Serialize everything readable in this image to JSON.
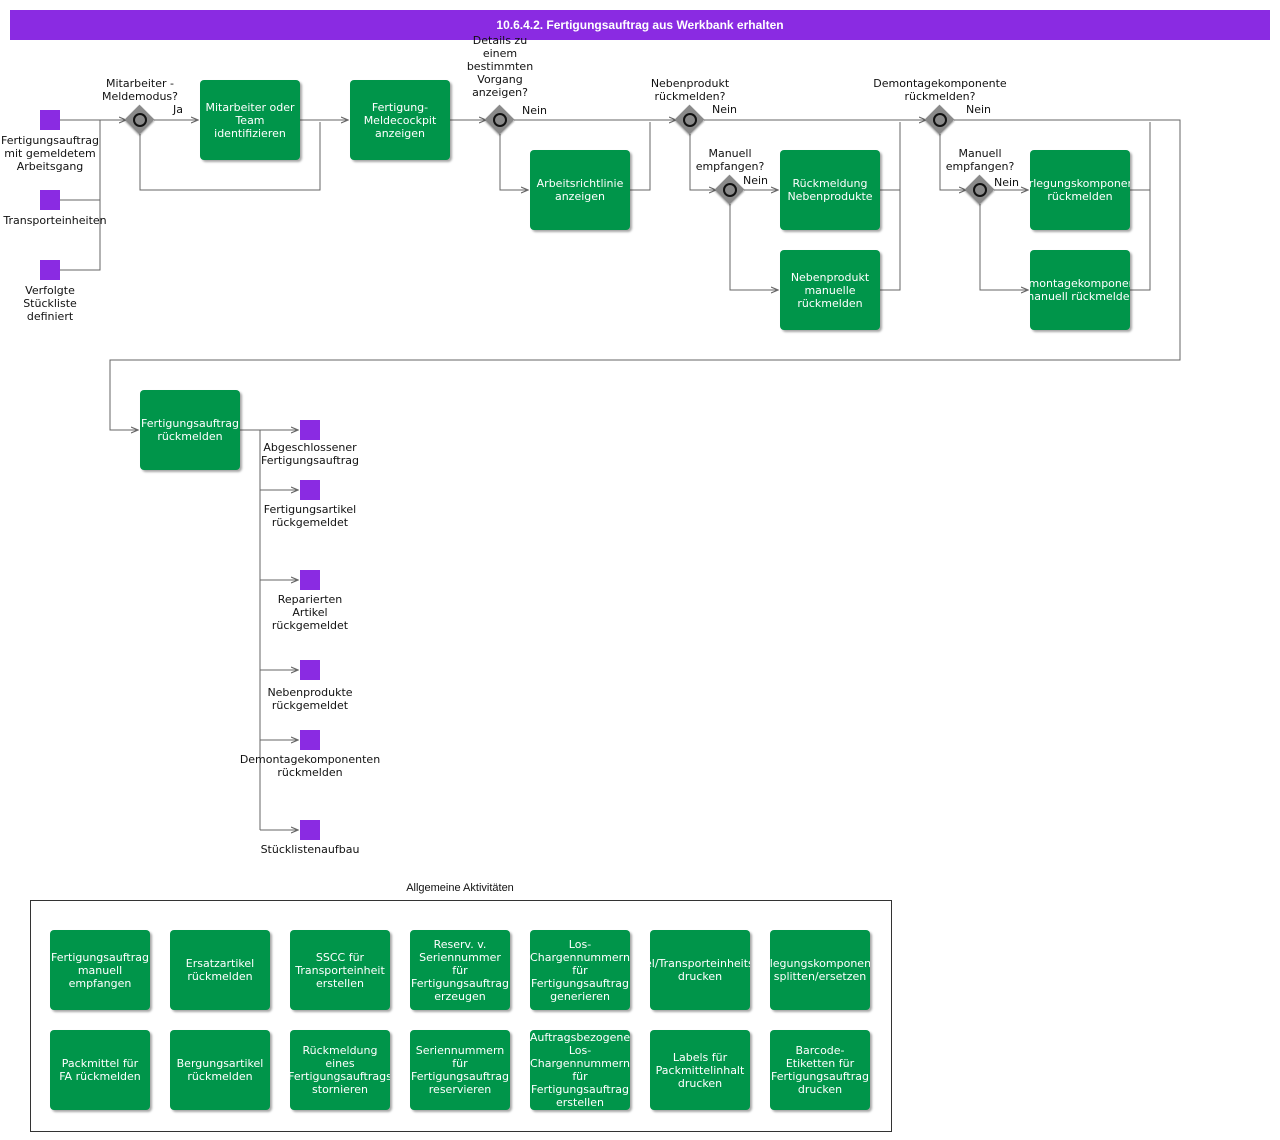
{
  "title": "10.6.4.2. Fertigungsauftrag aus Werkbank erhalten",
  "colors": {
    "header": "#8a2be2",
    "task": "#00954a",
    "event": "#8a2be2",
    "gateway": "#8a8a8a",
    "line": "#666666"
  },
  "start_events": [
    {
      "label": "Fertigungsauftrag\nmit gemeldetem\nArbeitsgang"
    },
    {
      "label": "Transporteinheiten"
    },
    {
      "label": "Verfolgte\nStückliste\ndefiniert"
    }
  ],
  "gateways": [
    {
      "question": "Mitarbeiter -\nMeldemodus?",
      "branch": "Ja"
    },
    {
      "question": "Details zu\neinem\nbestimmten\nVorgang\nanzeigen?",
      "branch": "Nein"
    },
    {
      "question": "Nebenprodukt\nrückmelden?",
      "branch": "Nein"
    },
    {
      "question": "Manuell\nempfangen?",
      "branch": "Nein"
    },
    {
      "question": "Demontagekomponente\nrückmelden?",
      "branch": "Nein"
    },
    {
      "question": "Manuell\nempfangen?",
      "branch": "Nein"
    }
  ],
  "tasks": {
    "team": "Mitarbeiter oder\nTeam\nidentifizieren",
    "cockpit": "Fertigung-\nMeldecockpit\nanzeigen",
    "richtlinie": "Arbeitsrichtlinie\nanzeigen",
    "rm_neben": "Rückmeldung\nNebenprodukte",
    "neben_manuell": "Nebenprodukt\nmanuelle\nrückmelden",
    "zerlegung": "Zerlegungskomponente\nrückmelden",
    "demontage_manuell": "Demontagekomponente\nmanuell rückmelden",
    "fa_rueck": "Fertigungsauftrag\nrückmelden"
  },
  "end_events": [
    {
      "label": "Abgeschlossener\nFertigungsauftrag"
    },
    {
      "label": "Fertigungsartikel\nrückgemeldet"
    },
    {
      "label": "Reparierten\nArtikel\nrückgemeldet"
    },
    {
      "label": "Nebenprodukte\nrückgemeldet"
    },
    {
      "label": "Demontagekomponenten\nrückmelden"
    },
    {
      "label": "Stücklistenaufbau"
    }
  ],
  "general": {
    "title": "Allgemeine Aktivitäten",
    "items": [
      "Fertigungsauftrag\nmanuell\nempfangen",
      "Ersatzartikel\nrückmelden",
      "SSCC für\nTransporteinheit\nerstellen",
      "Reserv. v.\nSeriennummer\nfür\nFertigungsauftrag\nerzeugen",
      "Los-\nChargennummern\nfür\nFertigungsauftrag\ngenerieren",
      "Artikel/Transporteinheitslabel\ndrucken",
      "Zerlegungskomponenten\nsplitten/ersetzen",
      "Packmittel für\nFA rückmelden",
      "Bergungsartikel\nrückmelden",
      "Rückmeldung\neines\nFertigungsauftrags\nstornieren",
      "Seriennummern\nfür\nFertigungsauftrag\nreservieren",
      "Auftragsbezogene\nLos-\nChargennummern\nfür\nFertigungsauftrag\nerstellen",
      "Labels für\nPackmittelinhalt\ndrucken",
      "Barcode-\nEtiketten für\nFertigungsauftrag\ndrucken"
    ]
  }
}
